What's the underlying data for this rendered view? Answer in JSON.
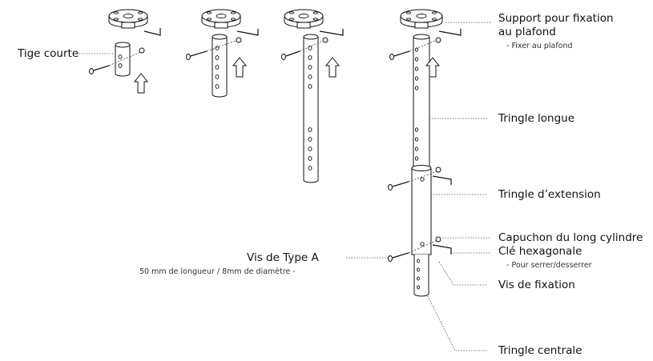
{
  "labels": {
    "tige_courte": "Tige courte",
    "support": "Support pour fixation",
    "support_line2": "au plafond",
    "support_sub": "- Fixer au plafond",
    "tringle_longue": "Tringle longue",
    "tringle_extension": "Tringle d’extension",
    "capuchon": "Capuchon du long cylindre",
    "cle": "Clé hexagonale",
    "cle_sub": "- Pour serrer/desserrer",
    "vis_fixation": "Vis de fixation",
    "vis_type_a": "Vis de Type A",
    "vis_type_a_sub": "50 mm de longueur / 8mm de diamètre -",
    "tringle_centrale": "Tringle centrale"
  }
}
